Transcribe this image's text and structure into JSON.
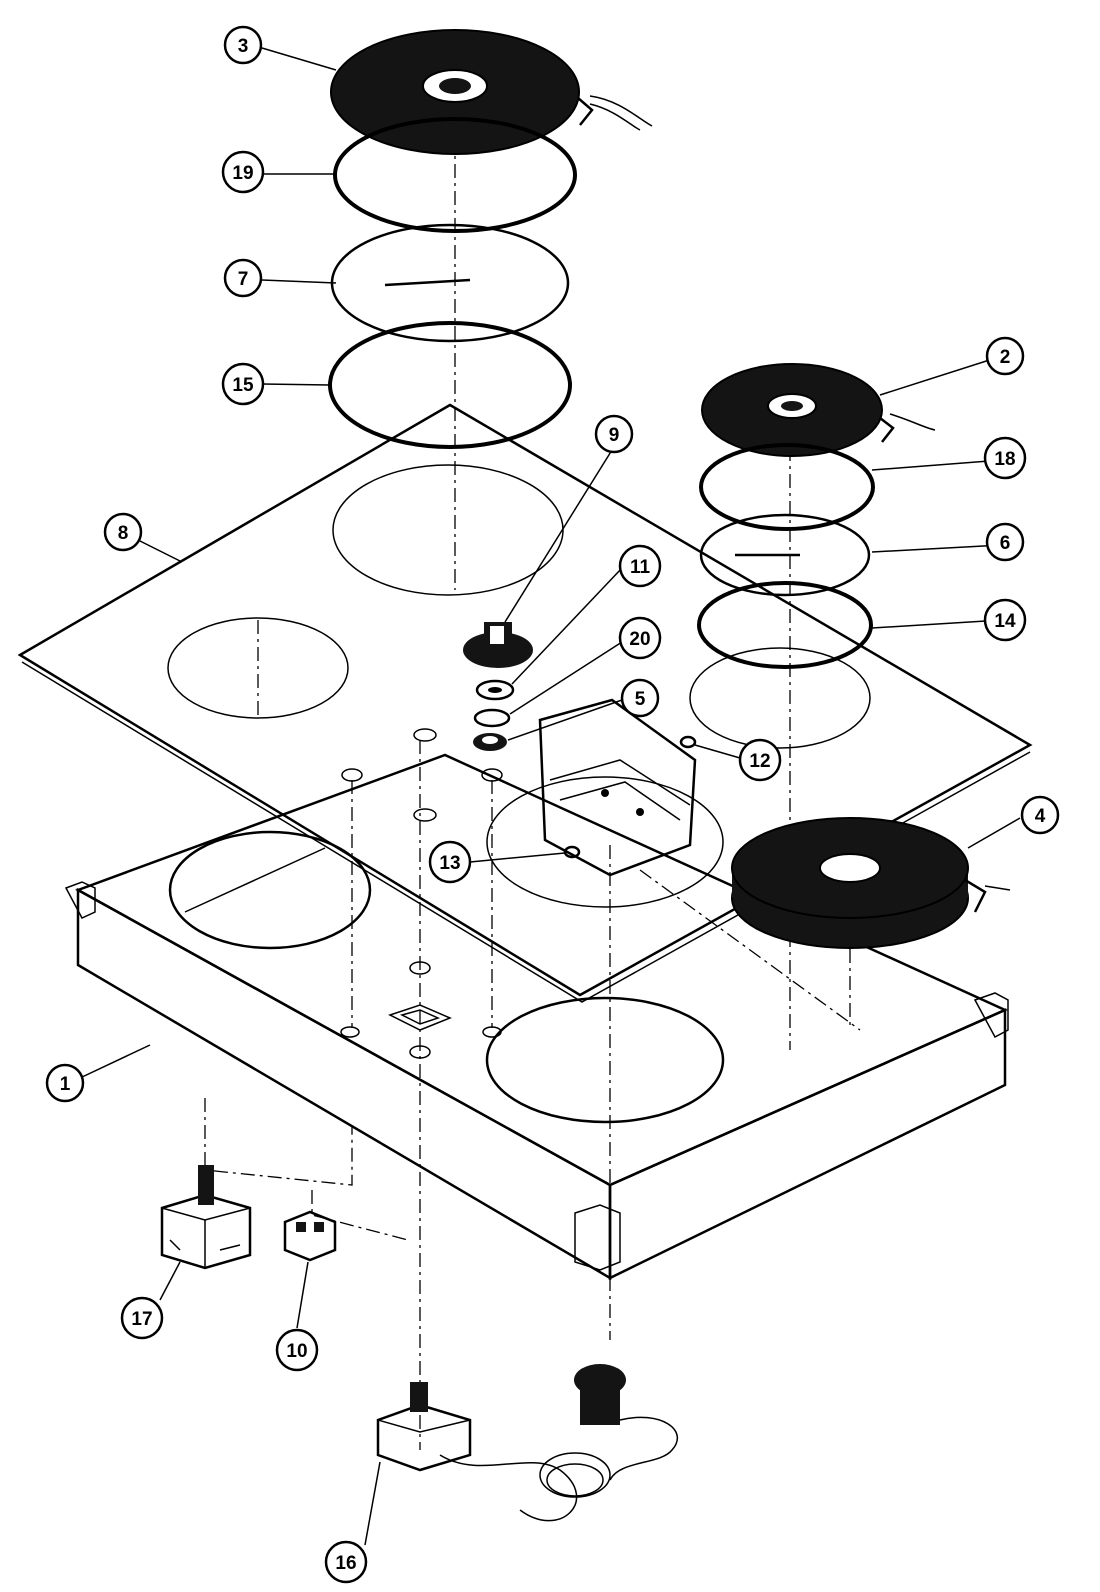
{
  "diagram": {
    "colors": {
      "ink": "#000000",
      "paper": "#ffffff",
      "element": "#141414"
    },
    "callouts": [
      {
        "label": "1"
      },
      {
        "label": "2"
      },
      {
        "label": "3"
      },
      {
        "label": "4"
      },
      {
        "label": "5"
      },
      {
        "label": "6"
      },
      {
        "label": "7"
      },
      {
        "label": "8"
      },
      {
        "label": "9"
      },
      {
        "label": "10"
      },
      {
        "label": "11"
      },
      {
        "label": "12"
      },
      {
        "label": "13"
      },
      {
        "label": "14"
      },
      {
        "label": "15"
      },
      {
        "label": "16"
      },
      {
        "label": "17"
      },
      {
        "label": "18"
      },
      {
        "label": "19"
      },
      {
        "label": "20"
      }
    ]
  }
}
